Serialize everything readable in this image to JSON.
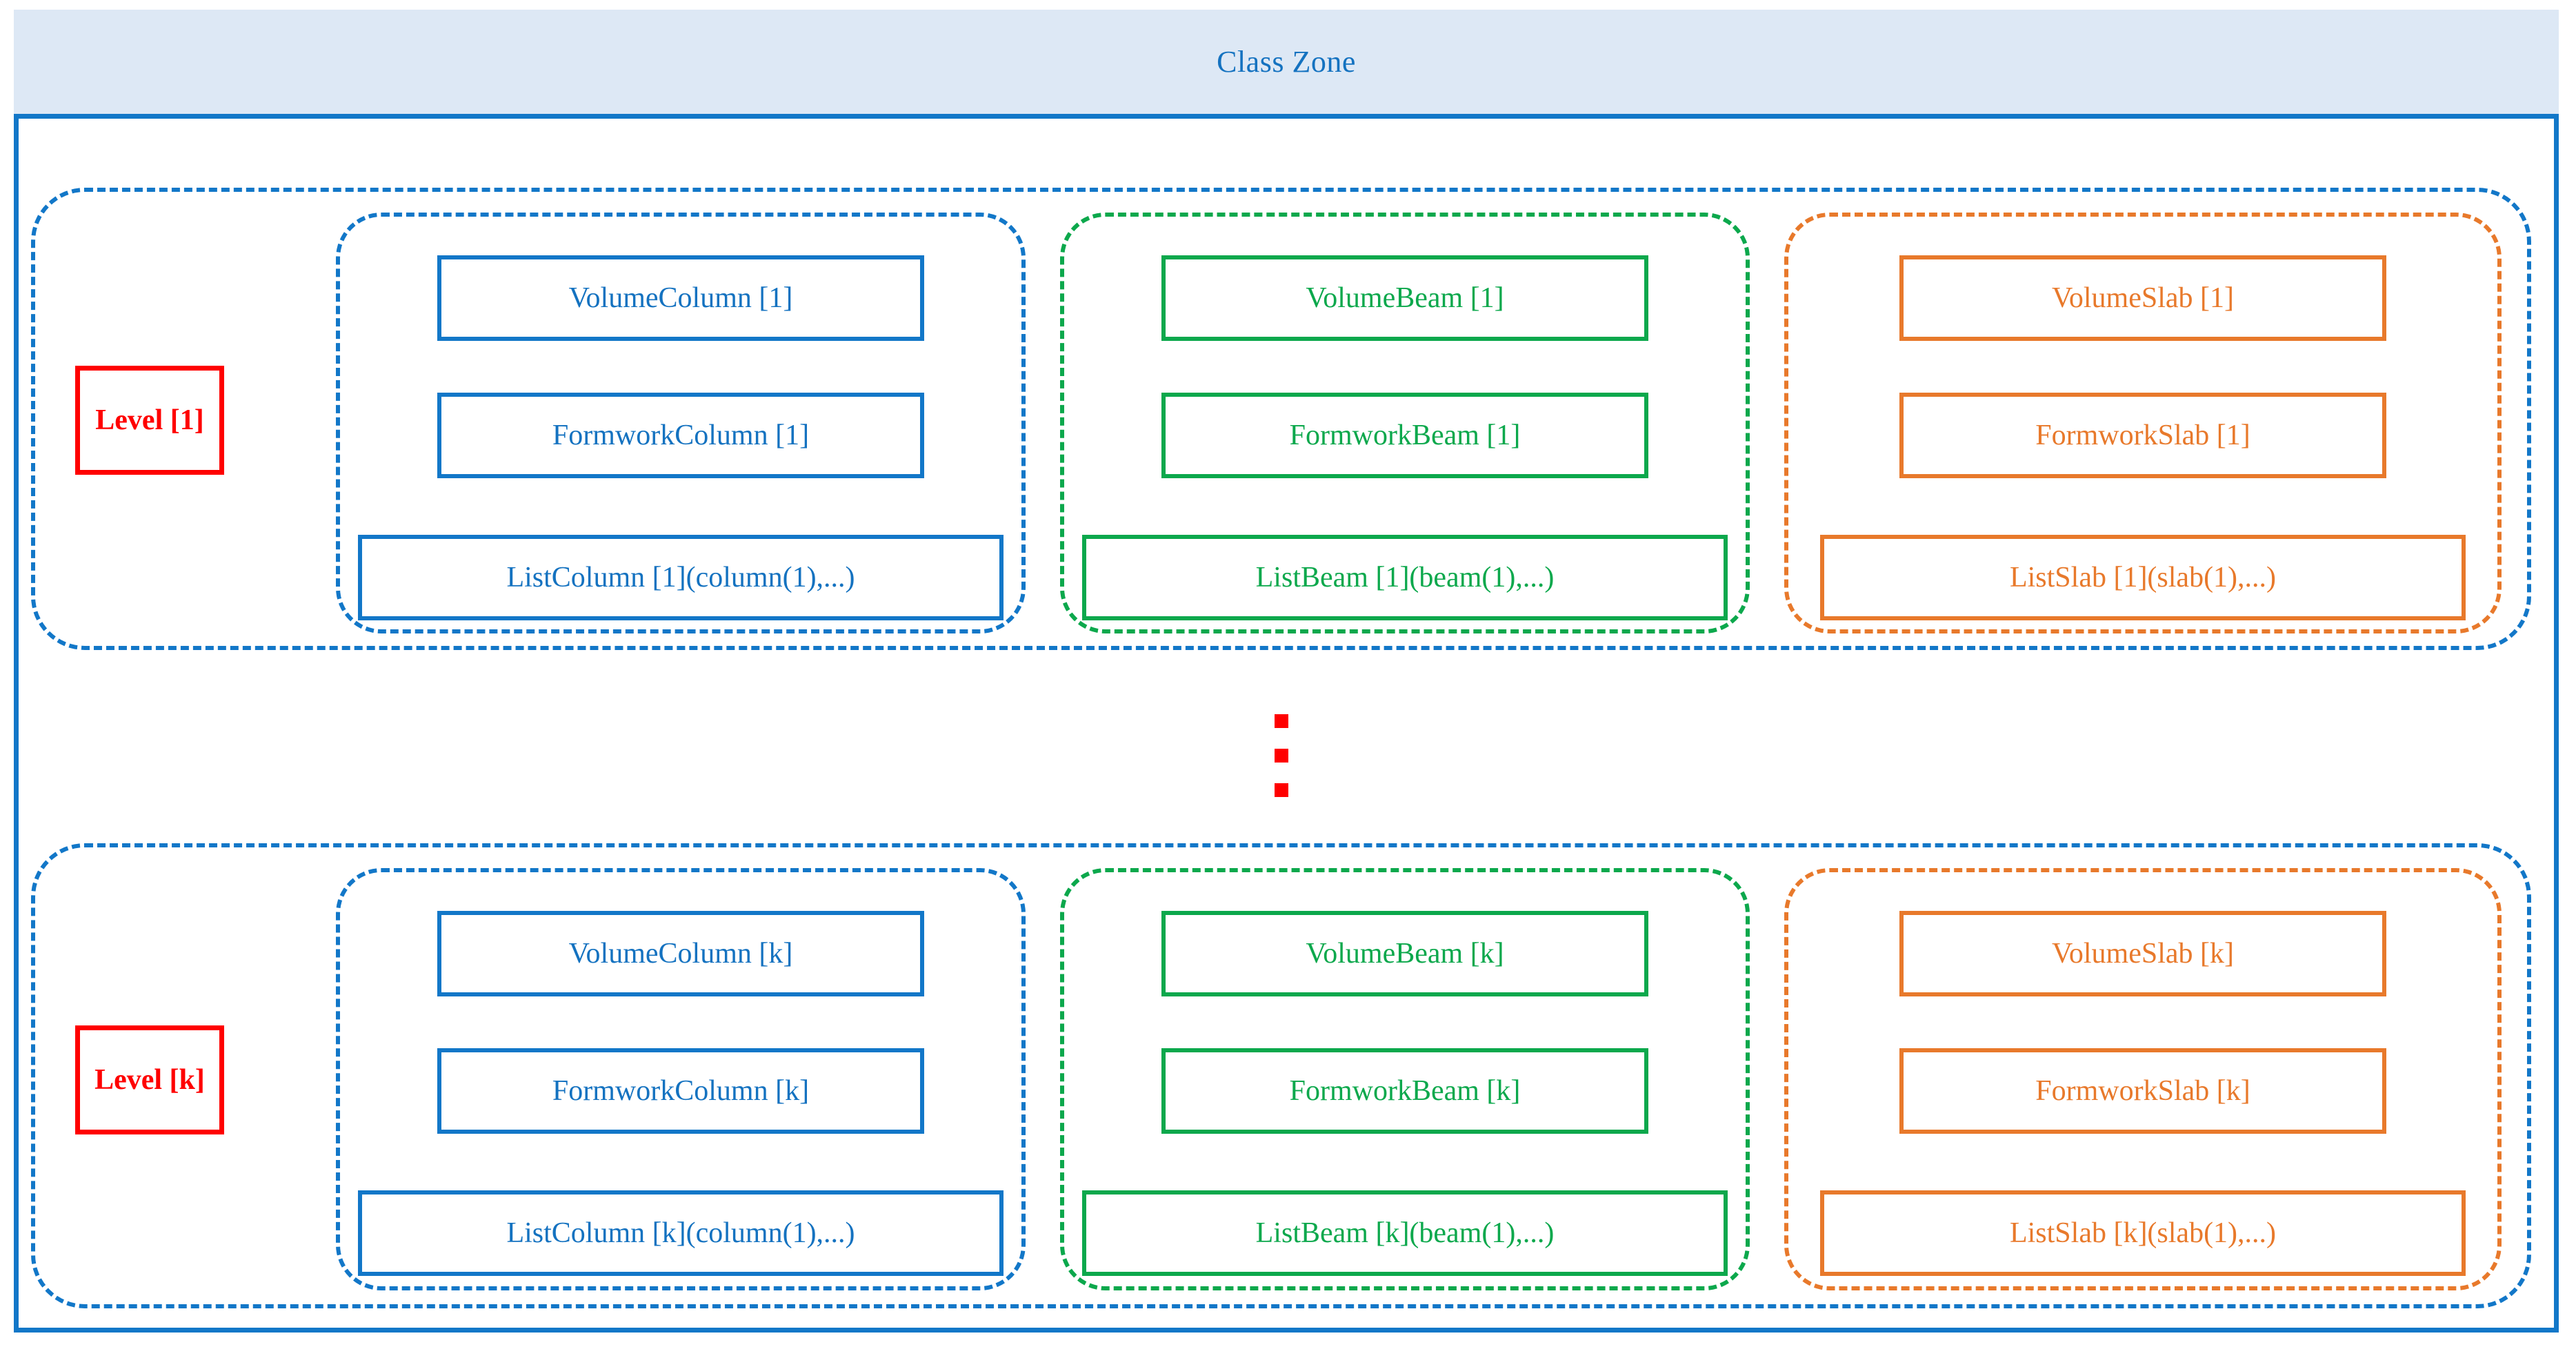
{
  "zone": {
    "title": "Class Zone",
    "colors": {
      "frame_blue": "#1277C8",
      "header_fill": "#DDE8F5",
      "column_blue": "#1277C8",
      "beam_green": "#0CA84C",
      "slab_orange": "#E8792B",
      "level_red": "#FF0000"
    }
  },
  "levels": [
    {
      "label": "Level [1]",
      "categories": [
        {
          "name": "column",
          "items": [
            "VolumeColumn [1]",
            "FormworkColumn [1]",
            "ListColumn [1](column(1),...)"
          ]
        },
        {
          "name": "beam",
          "items": [
            "VolumeBeam [1]",
            "FormworkBeam [1]",
            "ListBeam [1](beam(1),...)"
          ]
        },
        {
          "name": "slab",
          "items": [
            "VolumeSlab [1]",
            "FormworkSlab [1]",
            "ListSlab [1](slab(1),...)"
          ]
        }
      ]
    },
    {
      "label": "Level [k]",
      "categories": [
        {
          "name": "column",
          "items": [
            "VolumeColumn [k]",
            "FormworkColumn [k]",
            "ListColumn [k](column(1),...)"
          ]
        },
        {
          "name": "beam",
          "items": [
            "VolumeBeam [k]",
            "FormworkBeam [k]",
            "ListBeam [k](beam(1),...)"
          ]
        },
        {
          "name": "slab",
          "items": [
            "VolumeSlab [k]",
            "FormworkSlab [k]",
            "ListSlab [k](slab(1),...)"
          ]
        }
      ]
    }
  ],
  "ellipsis": {
    "icon": "vertical-ellipsis-icon",
    "dots": 3
  }
}
